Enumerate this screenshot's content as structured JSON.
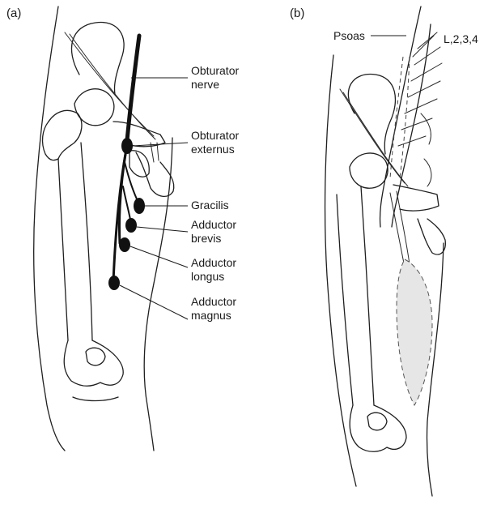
{
  "panels": {
    "a": {
      "label": "(a)",
      "callouts": {
        "obturator_nerve": [
          "Obturator",
          "nerve"
        ],
        "obturator_externus": [
          "Obturator",
          "externus"
        ],
        "gracilis": [
          "Gracilis"
        ],
        "adductor_brevis": [
          "Adductor",
          "brevis"
        ],
        "adductor_longus": [
          "Adductor",
          "longus"
        ],
        "adductor_magnus": [
          "Adductor",
          "magnus"
        ]
      }
    },
    "b": {
      "label": "(b)",
      "callouts": {
        "psoas": "Psoas",
        "roots": "L,2,3,4"
      }
    }
  },
  "colors": {
    "line": "#1f1f1f",
    "nerve": "#111111",
    "muscle_shade": "#e6e6e6"
  }
}
